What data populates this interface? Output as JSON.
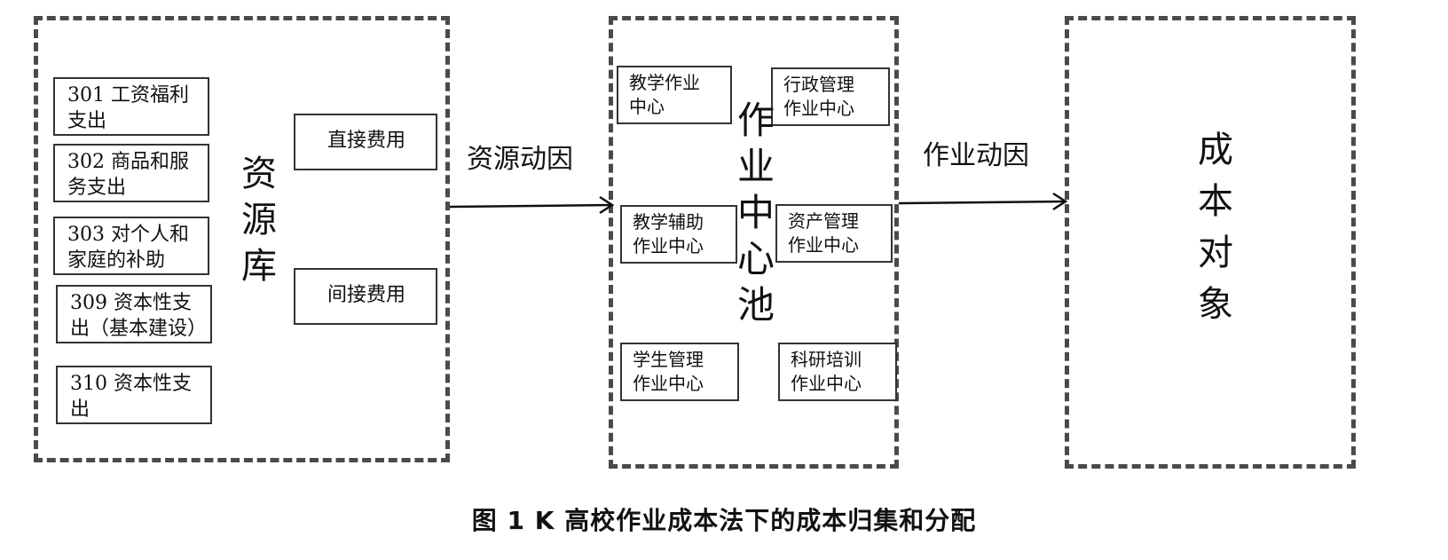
{
  "resource_pool": {
    "label": "资\n源\n库",
    "items": [
      "301 工资福利\n支出",
      "302 商品和服\n务支出",
      "303 对个人和\n家庭的补助",
      "309 资本性支\n出（基本建设）",
      "310 资本性支\n出"
    ],
    "direct_cost": "直接费用",
    "indirect_cost": "间接费用"
  },
  "resource_driver": "资源动因",
  "activity_pool": {
    "label": "作\n业\n中\n心\n池",
    "centers": [
      "教学作业\n中心",
      "行政管理\n作业中心",
      "教学辅助\n作业中心",
      "资产管理\n作业中心",
      "学生管理\n作业中心",
      "科研培训\n作业中心"
    ]
  },
  "activity_driver": "作业动因",
  "cost_object": {
    "label": "成\n本\n对\n象"
  },
  "caption": "图 1   K 高校作业成本法下的成本归集和分配"
}
